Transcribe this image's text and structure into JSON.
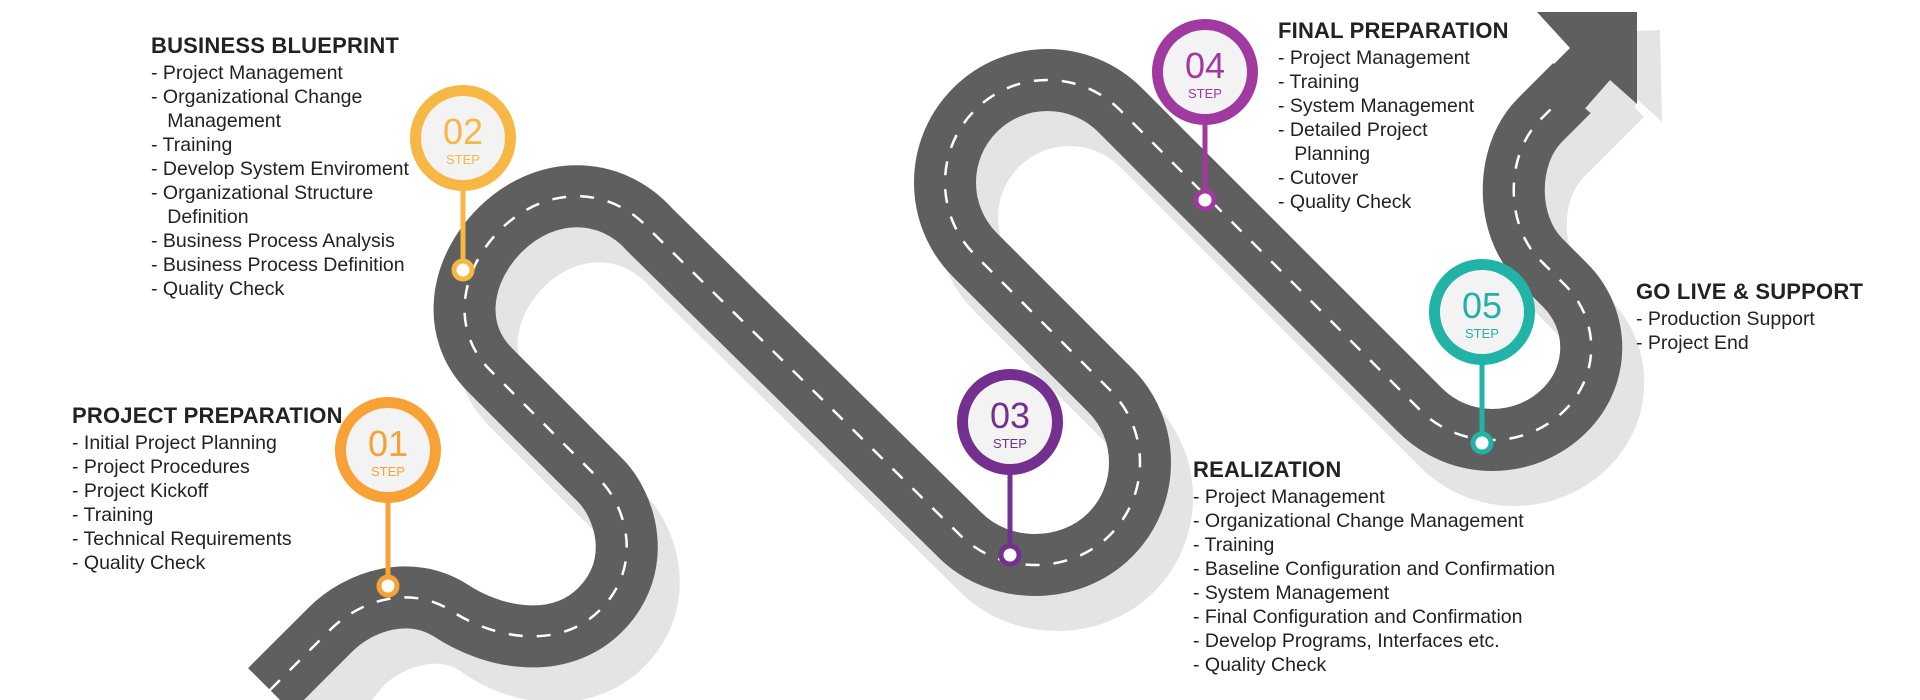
{
  "colors": {
    "road": "#5f5f5f",
    "road_dash": "#ffffff",
    "shadow": "#e4e4e4",
    "step1": "#f7a136",
    "step2": "#f6b744",
    "step3": "#73308f",
    "step4": "#a13aa0",
    "step5": "#20b3a6",
    "text": "#222222"
  },
  "steps": [
    {
      "number": "01",
      "step_label": "STEP",
      "title": "PROJECT PREPARATION",
      "items": [
        "- Initial Project Planning",
        "- Project Procedures",
        "- Project Kickoff",
        "- Training",
        "- Technical Requirements",
        "- Quality Check"
      ]
    },
    {
      "number": "02",
      "step_label": "STEP",
      "title": "BUSINESS BLUEPRINT",
      "items": [
        "- Project Management",
        "- Organizational Change",
        "   Management",
        "- Training",
        "- Develop System Enviroment",
        "- Organizational Structure",
        "   Definition",
        "- Business Process Analysis",
        "- Business Process Definition",
        "- Quality Check"
      ]
    },
    {
      "number": "03",
      "step_label": "STEP",
      "title": "REALIZATION",
      "items": [
        "- Project Management",
        "- Organizational Change Management",
        "- Training",
        "- Baseline Configuration and Confirmation",
        "- System Management",
        "- Final Configuration and Confirmation",
        "- Develop Programs, Interfaces etc.",
        "- Quality Check"
      ]
    },
    {
      "number": "04",
      "step_label": "STEP",
      "title": "FINAL PREPARATION",
      "items": [
        "- Project Management",
        "- Training",
        "- System Management",
        "- Detailed Project",
        "   Planning",
        "- Cutover",
        "- Quality Check"
      ]
    },
    {
      "number": "05",
      "step_label": "STEP",
      "title": "GO LIVE & SUPPORT",
      "items": [
        "- Production Support",
        "- Project End"
      ]
    }
  ]
}
